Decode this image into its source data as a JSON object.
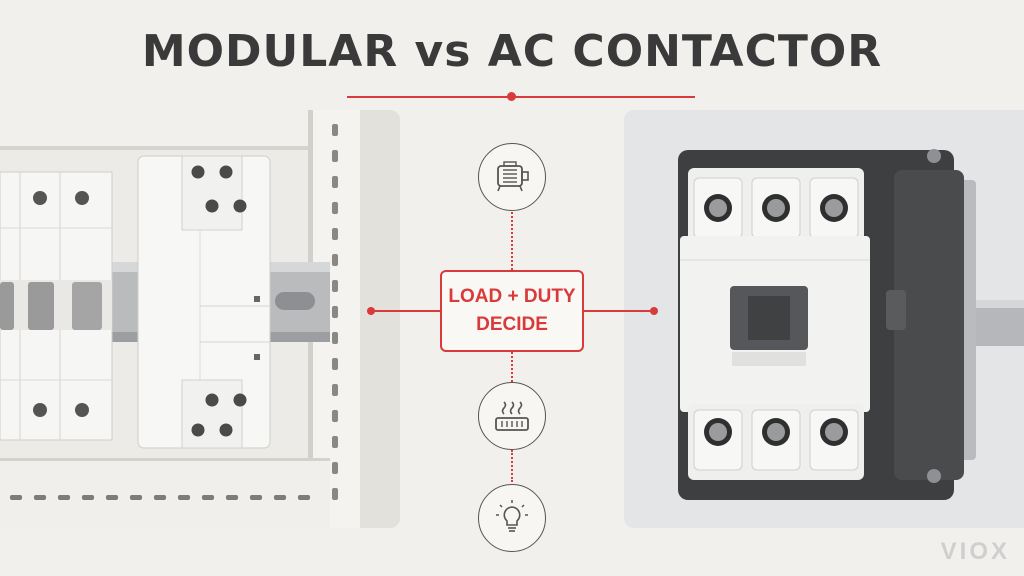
{
  "title": "MODULAR vs AC CONTACTOR",
  "center_label": {
    "line1": "LOAD + DUTY",
    "line2": "DECIDE"
  },
  "icons": [
    "motor-icon",
    "heater-icon",
    "lightbulb-icon"
  ],
  "logo": "VIOX",
  "colors": {
    "accent": "#d93a3a",
    "title": "#3a3a3a",
    "background": "#f2f0ec"
  }
}
